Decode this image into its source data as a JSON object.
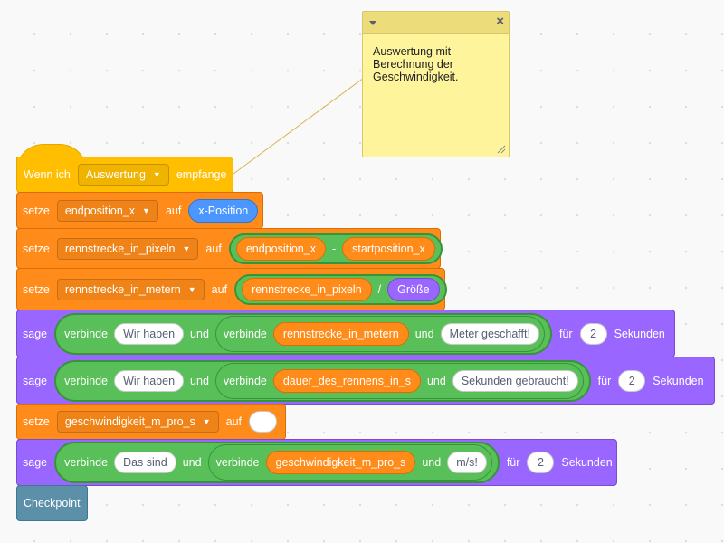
{
  "note": {
    "text": "Auswertung mit Berechnung der Geschwindigkeit."
  },
  "hat": {
    "when_label": "Wenn ich",
    "message": "Auswertung",
    "receive_label": "empfange"
  },
  "set1": {
    "set_label": "setze",
    "variable": "endposition_x",
    "to_label": "auf",
    "value": "x-Position"
  },
  "set2": {
    "set_label": "setze",
    "variable": "rennstrecke_in_pixeln",
    "to_label": "auf",
    "left": "endposition_x",
    "operator": "-",
    "right": "startposition_x"
  },
  "set3": {
    "set_label": "setze",
    "variable": "rennstrecke_in_metern",
    "to_label": "auf",
    "left": "rennstrecke_in_pixeln",
    "operator": "/",
    "right": "Größe"
  },
  "say1": {
    "say_label": "sage",
    "join_label": "verbinde",
    "text1": "Wir haben",
    "and_label": "und",
    "join2_label": "verbinde",
    "variable": "rennstrecke_in_metern",
    "and2_label": "und",
    "text2": "Meter geschafft!",
    "for_label": "für",
    "seconds": "2",
    "seconds_label": "Sekunden"
  },
  "say2": {
    "say_label": "sage",
    "join_label": "verbinde",
    "text1": "Wir haben",
    "and_label": "und",
    "join2_label": "verbinde",
    "variable": "dauer_des_rennens_in_s",
    "and2_label": "und",
    "text2": "Sekunden gebraucht!",
    "for_label": "für",
    "seconds": "2",
    "seconds_label": "Sekunden"
  },
  "set4": {
    "set_label": "setze",
    "variable": "geschwindigkeit_m_pro_s",
    "to_label": "auf",
    "value": ""
  },
  "say3": {
    "say_label": "sage",
    "join_label": "verbinde",
    "text1": "Das sind",
    "and_label": "und",
    "join2_label": "verbinde",
    "variable": "geschwindigkeit_m_pro_s",
    "and2_label": "und",
    "text2": "m/s!",
    "for_label": "für",
    "seconds": "2",
    "seconds_label": "Sekunden"
  },
  "custom": {
    "label": "Checkpoint"
  },
  "colors": {
    "events": "#ffbf00",
    "variables": "#ff8c1a",
    "looks": "#9966ff",
    "operators": "#59c059",
    "motion": "#4c97ff",
    "custom": "#5c8fa8",
    "note": "#fef49c"
  }
}
